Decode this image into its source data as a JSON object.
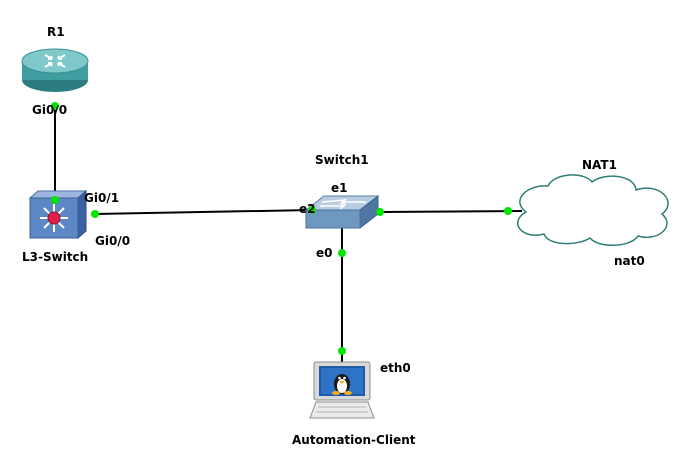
{
  "colors": {
    "canvas_background": "#ffffff",
    "link": "#000000",
    "port_indicator": "#00e600",
    "router_body": "#3e9ea0",
    "l3switch_body": "#5e87c5",
    "l3switch_center": "#e0204a",
    "switch_body": "#6f98c0",
    "cloud_outline": "#2f7f76",
    "cloud_fill": "#ffffff"
  },
  "nodes": {
    "r1": {
      "label": "R1",
      "icon": "router-icon"
    },
    "l3_switch": {
      "label": "L3-Switch",
      "icon": "multilayer-switch-icon"
    },
    "switch1": {
      "label": "Switch1",
      "icon": "ethernet-switch-icon"
    },
    "nat1": {
      "label": "NAT1",
      "icon": "cloud-icon"
    },
    "automation_client": {
      "label": "Automation-Client",
      "icon": "linux-workstation-icon"
    }
  },
  "ports": {
    "r1_gi0_0": "Gi0/0",
    "l3_gi0_1": "Gi0/1",
    "l3_gi0_0": "Gi0/0",
    "sw1_e1": "e1",
    "sw1_e2": "e2",
    "sw1_e0": "e0",
    "nat_nat0": "nat0",
    "client_eth0": "eth0"
  },
  "links": [
    {
      "from": "R1",
      "from_port": "Gi0/0",
      "to": "L3-Switch",
      "to_port": "Gi0/1"
    },
    {
      "from": "L3-Switch",
      "from_port": "Gi0/0",
      "to": "Switch1",
      "to_port": "e2"
    },
    {
      "from": "Switch1",
      "from_port": "e1",
      "to": "NAT1",
      "to_port": "nat0"
    },
    {
      "from": "Switch1",
      "from_port": "e0",
      "to": "Automation-Client",
      "to_port": "eth0"
    }
  ]
}
